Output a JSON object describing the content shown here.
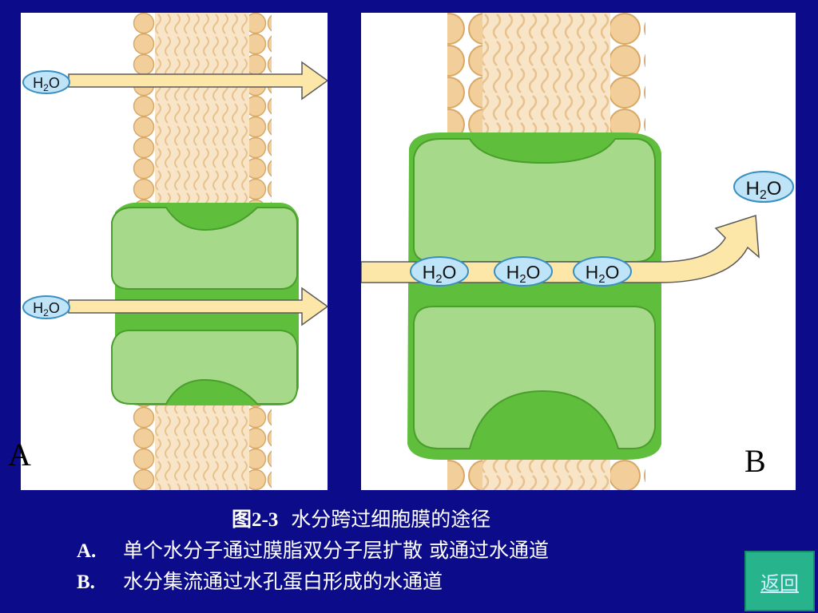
{
  "panels": {
    "a_label": "A",
    "b_label": "B"
  },
  "molecule": {
    "main": "H",
    "sub": "2",
    "tail": "O"
  },
  "caption": {
    "title_prefix": "图2-3",
    "title_text": "水分跨过细胞膜的途径",
    "line_a_prefix": "A.",
    "line_a_text": "单个水分子通过膜脂双分子层扩散 或通过水通道",
    "line_b_prefix": "B.",
    "line_b_text": "水分集流通过水孔蛋白形成的水通道"
  },
  "nav": {
    "return_label": "返回"
  },
  "colors": {
    "background": "#0c0c8a",
    "lipid_head": "#f2cf9a",
    "lipid_tail": "#f8e4c6",
    "protein_dark": "#5fbf3c",
    "protein_light": "#a7d98a",
    "arrow": "#fde7a8",
    "molecule": "#bfe3f7",
    "button": "#27b48c"
  }
}
